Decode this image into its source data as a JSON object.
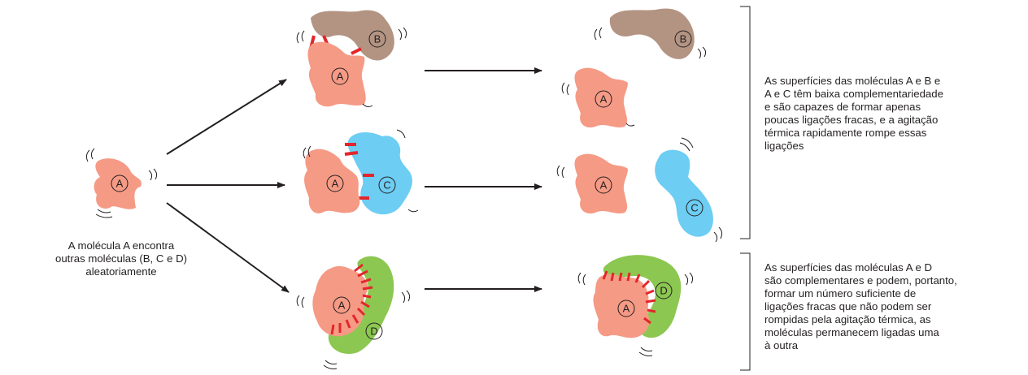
{
  "captions": {
    "left": [
      "A molécula A encontra",
      "outras  moléculas (B, C e D)",
      "aleatoriamente"
    ],
    "top_right": [
      "As superfícies das moléculas A e B e",
      "A e C têm baixa complementariedade",
      "e são  capazes de formar apenas",
      "poucas ligações fracas, e a agitação",
      "térmica rapidamente rompe essas",
      "ligações"
    ],
    "bottom_right": [
      "As superfícies das moléculas A e D",
      "são complementares e podem, portanto,",
      "formar um número suficiente de",
      "ligações fracas que não podem ser",
      "rompidas pela agitação térmica, as",
      "moléculas permanecem ligadas uma",
      "à outra"
    ]
  },
  "labels": {
    "a": "A",
    "b": "B",
    "c": "C",
    "d": "D"
  },
  "colors": {
    "molecule_a": "#f59a85",
    "molecule_b": "#b39483",
    "molecule_c": "#6dcdf3",
    "molecule_d": "#8cc751",
    "bond": "#e3262b",
    "arrow": "#231f20"
  }
}
